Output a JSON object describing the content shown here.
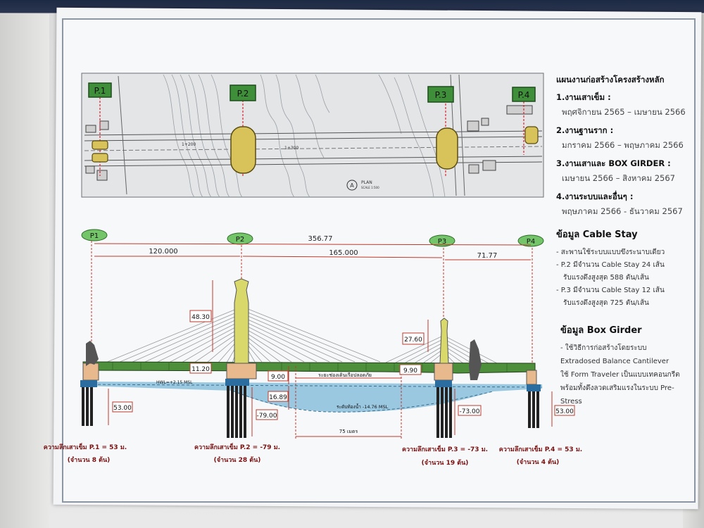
{
  "plan": {
    "piers": [
      "P.1",
      "P.2",
      "P.3",
      "P.4"
    ],
    "stations": [
      "1+200",
      "1+300"
    ],
    "north_marker": "A",
    "plan_label": "PLAN",
    "plan_scale": "SCALE 1:500",
    "colors": {
      "pier_box": "#3f8f3a",
      "footing": "#d8c25a"
    }
  },
  "schedule": {
    "title": "แผนงานก่อสร้างโครงสร้างหลัก",
    "items": [
      {
        "title": "1.งานเสาเข็ม :",
        "dates": "พฤศจิกายน 2565 – เมษายน 2566"
      },
      {
        "title": "2.งานฐานราก :",
        "dates": "มกราคม 2566 – พฤษภาคม 2566"
      },
      {
        "title": "3.งานเสาและ BOX GIRDER :",
        "dates": "เมษายน 2566 – สิงหาคม 2567"
      },
      {
        "title": "4.งานระบบและอื่นๆ :",
        "dates": "พฤษภาคม 2566 - ธันวาคม 2567"
      }
    ]
  },
  "elevation": {
    "pier_labels": [
      "P1",
      "P2",
      "P3",
      "P4"
    ],
    "total_span": "356.77",
    "spans": [
      "120.000",
      "165.000",
      "71.77"
    ],
    "tower_heights": [
      "48.30",
      "27.60"
    ],
    "deck_heights": [
      "11.20",
      "9.90"
    ],
    "clearance": [
      "9.00",
      "16.89"
    ],
    "clearance_label": "ระยะช่องเดินเรือปลอดภัย",
    "hwl_label": "HWL=+2.15 MSL",
    "riverbed_label": "ระดับท้องน้ำ -14.76 MSL",
    "channel_width": "75 เมตร",
    "pile_depths": [
      "53.00",
      "-79.00",
      "-73.00",
      "53.00"
    ],
    "pile_captions": [
      {
        "depth": "ความลึกเสาเข็ม P.1 = 53 ม.",
        "count": "(จำนวน 8 ต้น)"
      },
      {
        "depth": "ความลึกเสาเข็ม P.2 = -79 ม.",
        "count": "(จำนวน 28 ต้น)"
      },
      {
        "depth": "ความลึกเสาเข็ม P.3 = -73 ม.",
        "count": "(จำนวน 19 ต้น)"
      },
      {
        "depth": "ความลึกเสาเข็ม P.4 = 53 ม.",
        "count": "(จำนวน 4 ต้น)"
      }
    ],
    "colors": {
      "deck": "#4d8f3a",
      "tower": "#d9d86a",
      "water": "#8fc2dd",
      "pile": "#222222",
      "label_green": "#74c56a"
    }
  },
  "cable_stay": {
    "title": "ข้อมูล Cable Stay",
    "lines": [
      "- สะพานใช้ระบบแบบขึงระนาบเดียว",
      "- P.2 มีจำนวน Cable Stay 24 เส้น",
      "รับแรงดึงสูงสุด 588 ตัน/เส้น",
      "- P.3 มีจำนวน Cable Stay 12 เส้น",
      "รับแรงดึงสูงสุด 725 ตัน/เส้น"
    ]
  },
  "box_girder": {
    "title": "ข้อมูล Box Girder",
    "lines": [
      "- ใช้วิธีการก่อสร้างโดยระบบ",
      "Extradosed Balance Cantilever",
      "ใช้ Form Traveler เป็นแบบเทคอนกรีต",
      "พร้อมทั้งดึงลวดเสริมแรงในระบบ Pre-",
      "Stress"
    ]
  }
}
